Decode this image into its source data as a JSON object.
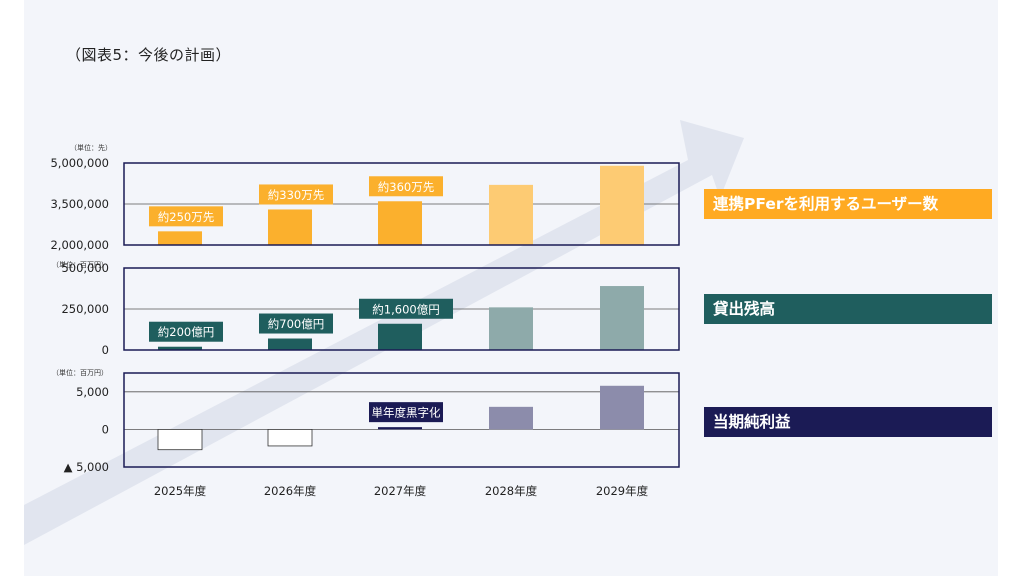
{
  "title": "（図表5：今後の計画）",
  "categories": [
    "2025年度",
    "2026年度",
    "2027年度",
    "2028年度",
    "2029年度"
  ],
  "legend": [
    {
      "label": "連携PFerを利用するユーザー数",
      "color": "#ffaa22"
    },
    {
      "label": "貸出残高",
      "color": "#1f5e5e"
    },
    {
      "label": "当期純利益",
      "color": "#1b1b55"
    }
  ],
  "chart_data": [
    {
      "type": "bar",
      "unit_label": "（単位：先）",
      "categories": [
        "2025年度",
        "2026年度",
        "2027年度",
        "2028年度",
        "2029年度"
      ],
      "values": [
        2500000,
        3300000,
        3600000,
        4200000,
        4900000
      ],
      "ylim": [
        2000000,
        5000000
      ],
      "yticks": [
        2000000,
        3500000,
        5000000
      ],
      "ytick_labels": [
        "2,000,000",
        "3,500,000",
        "5,000,000"
      ],
      "bar_colors": [
        "#fbb02d",
        "#fbb02d",
        "#fbb02d",
        "#fdcb73",
        "#fdcb73"
      ],
      "annotations": [
        {
          "index": 0,
          "text": "約250万先"
        },
        {
          "index": 1,
          "text": "約330万先"
        },
        {
          "index": 2,
          "text": "約360万先"
        }
      ],
      "annotation_color": "#fbb02d",
      "annotation_text_color": "#ffffff"
    },
    {
      "type": "bar",
      "unit_label": "（単位：百万円）",
      "categories": [
        "2025年度",
        "2026年度",
        "2027年度",
        "2028年度",
        "2029年度"
      ],
      "values": [
        20000,
        70000,
        160000,
        260000,
        390000
      ],
      "ylim": [
        0,
        500000
      ],
      "yticks": [
        0,
        250000,
        500000
      ],
      "ytick_labels": [
        "0",
        "250,000",
        "500,000"
      ],
      "bar_colors": [
        "#1f5e5e",
        "#1f5e5e",
        "#1f5e5e",
        "#8eaaaa",
        "#8eaaaa"
      ],
      "annotations": [
        {
          "index": 0,
          "text": "約200億円"
        },
        {
          "index": 1,
          "text": "約700億円"
        },
        {
          "index": 2,
          "text": "約1,600億円"
        }
      ],
      "annotation_color": "#1f5e5e",
      "annotation_text_color": "#ffffff"
    },
    {
      "type": "bar",
      "unit_label": "（単位：百万円）",
      "categories": [
        "2025年度",
        "2026年度",
        "2027年度",
        "2028年度",
        "2029年度"
      ],
      "values": [
        -2700,
        -2200,
        300,
        3000,
        5800
      ],
      "ylim": [
        -5000,
        7500
      ],
      "yticks": [
        -5000,
        0,
        5000
      ],
      "ytick_labels": [
        "▲ 5,000",
        "0",
        "5,000"
      ],
      "bar_colors": [
        "#ffffff",
        "#ffffff",
        "#1b1b55",
        "#8c8cab",
        "#8c8cab"
      ],
      "annotations": [
        {
          "index": 2,
          "text": "単年度黒字化"
        }
      ],
      "annotation_color": "#1b1b55",
      "annotation_text_color": "#ffffff"
    }
  ]
}
